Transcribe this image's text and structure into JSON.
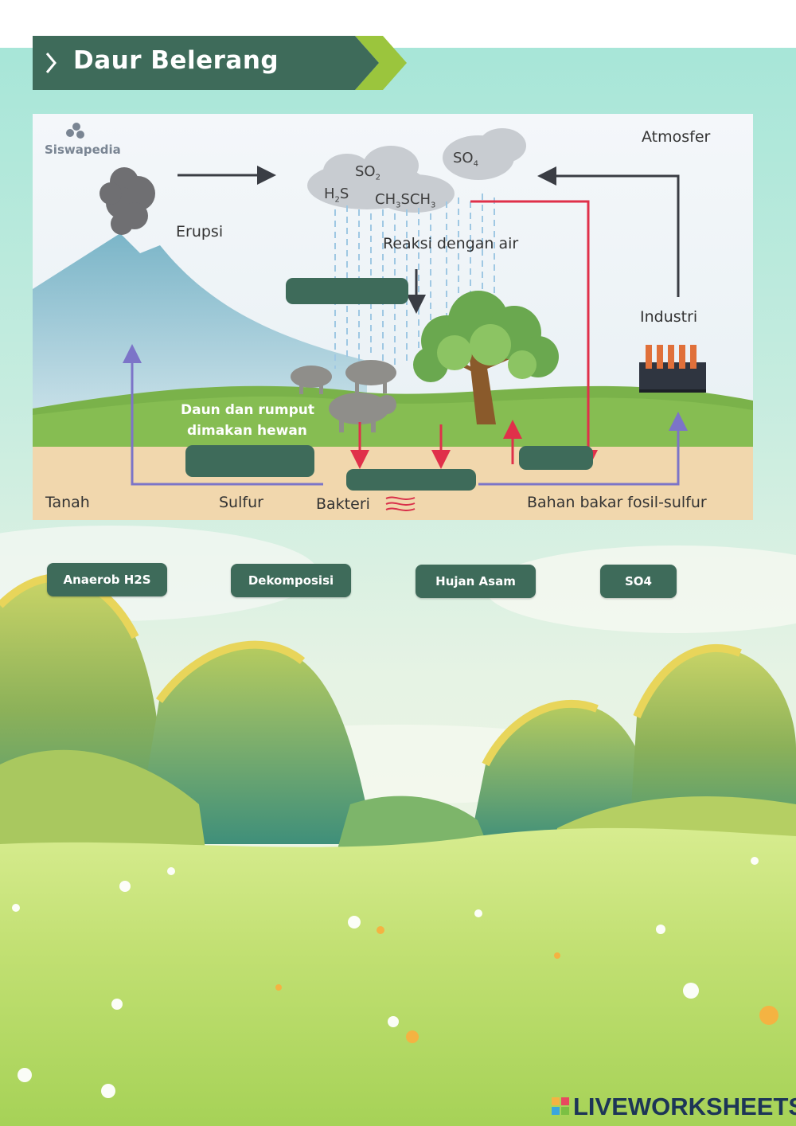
{
  "page": {
    "title": "Daur Belerang"
  },
  "diagram": {
    "logo": "Siswapedia",
    "labels": {
      "atmosfer": "Atmosfer",
      "erupsi": "Erupsi",
      "reaksi": "Reaksi dengan air",
      "industri": "Industri",
      "daun_line1": "Daun dan rumput",
      "daun_line2": "dimakan hewan",
      "tanah": "Tanah",
      "sulfur": "Sulfur",
      "bakteri": "Bakteri",
      "bahan_bakar": "Bahan bakar fosil-sulfur"
    },
    "chem": {
      "so2": "SO",
      "so2_sub": "2",
      "so4": "SO",
      "so4_sub": "4",
      "h2s_h": "H",
      "h2s_sub": "2",
      "h2s_s": "S",
      "ch3": "CH",
      "ch3_sub1": "3",
      "sch": "SCH",
      "ch3_sub2": "3"
    }
  },
  "answer_chips": [
    {
      "label": "Anaerob H2S"
    },
    {
      "label": "Dekomposisi"
    },
    {
      "label": "Hujan Asam"
    },
    {
      "label": "SO4"
    }
  ],
  "footer": {
    "brand": "LIVEWORKSHEETS"
  },
  "colors": {
    "chip": "#3e6b5a",
    "title_bar": "#3e6b5a",
    "arrow_red": "#e0304a",
    "arrow_purple": "#7c74c8",
    "arrow_dark": "#3a3d44"
  }
}
